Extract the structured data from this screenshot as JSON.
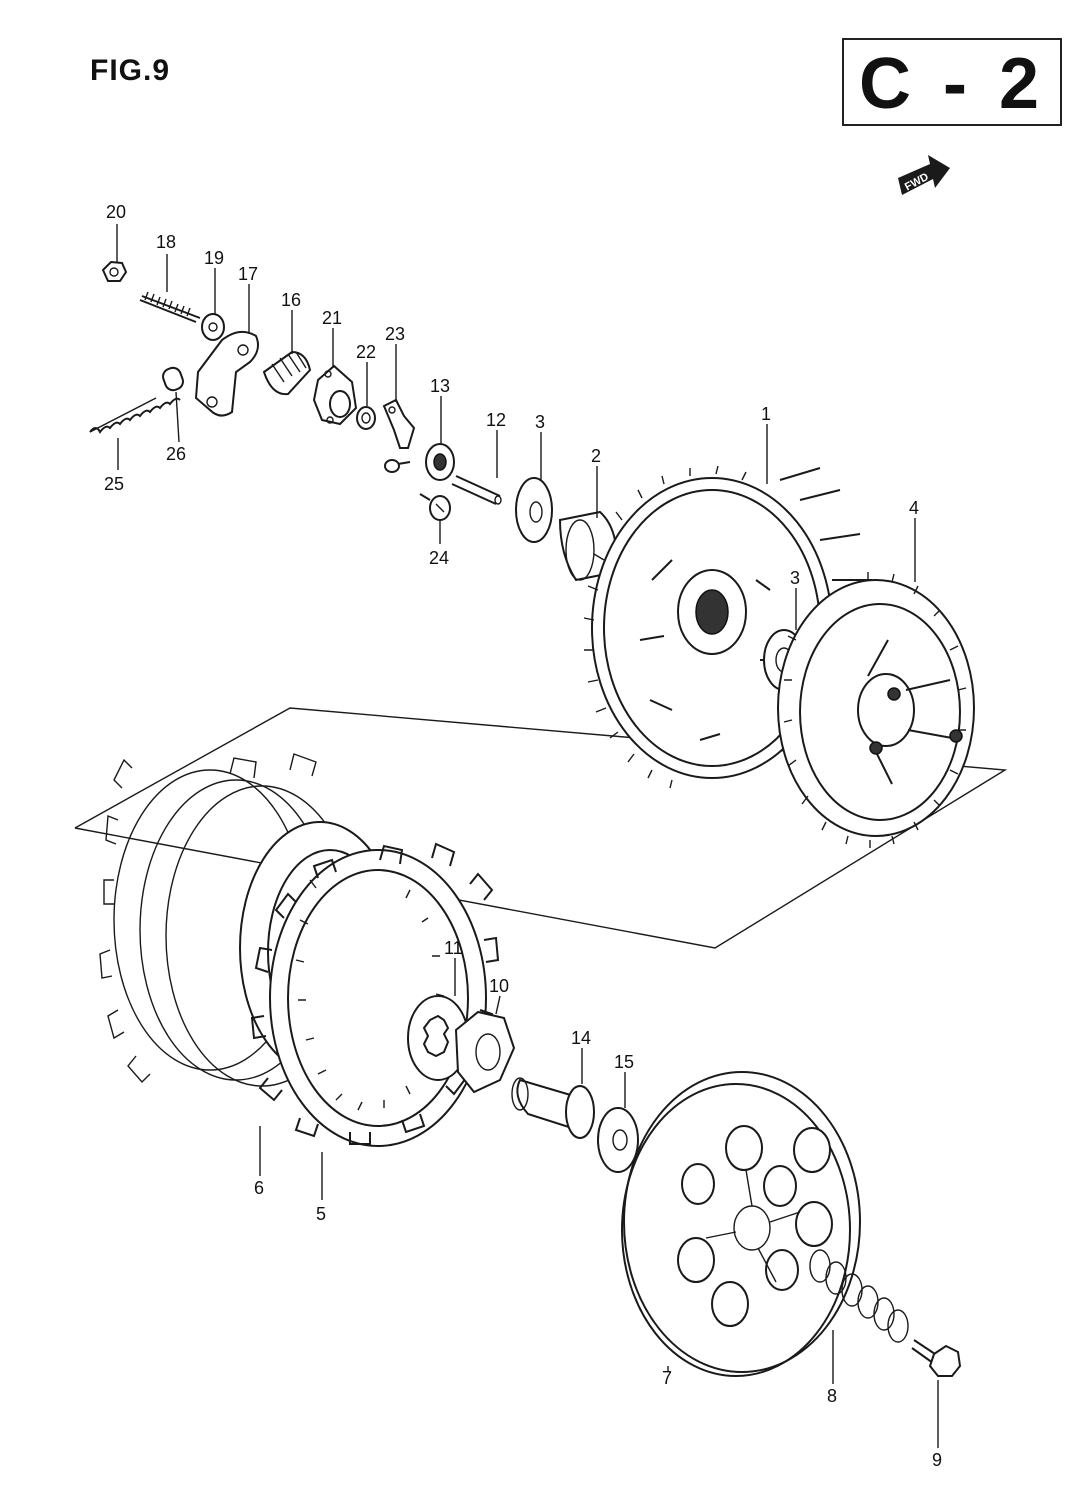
{
  "figure": {
    "title": "FIG.9",
    "section": "C - 2"
  },
  "forward_arrow": {
    "label": "FWD"
  },
  "callouts": [
    "20",
    "18",
    "19",
    "17",
    "16",
    "21",
    "23",
    "22",
    "13",
    "12",
    "3",
    "2",
    "1",
    "3",
    "4",
    "25",
    "26",
    "24",
    "11",
    "10",
    "14",
    "15",
    "6",
    "5",
    "7",
    "8",
    "9"
  ]
}
